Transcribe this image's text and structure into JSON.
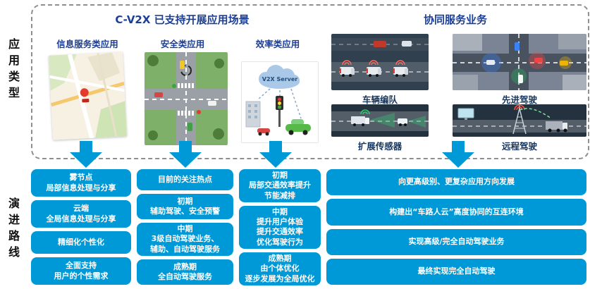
{
  "colors": {
    "accent_blue": "#0099d8",
    "title_blue": "#1c3f94",
    "service_label_blue": "#17365d"
  },
  "side": {
    "top_label": "应用类型",
    "bottom_label": "演进路线"
  },
  "top": {
    "title_left": "C-V2X 已支持开展应用场景",
    "title_right": "协同服务业务",
    "cloud_label": "V2X Server",
    "categories": [
      {
        "label": "信息服务类应用",
        "image": "city-map-scene"
      },
      {
        "label": "安全类应用",
        "image": "intersection-aerial-scene"
      },
      {
        "label": "效率类应用",
        "image": "v2x-cloud-traffic-scene"
      }
    ],
    "services": [
      {
        "label": "车辆编队",
        "image": "truck-platooning-scene"
      },
      {
        "label": "先进驾驶",
        "image": "advanced-driving-scene"
      },
      {
        "label": "扩展传感器",
        "image": "extended-sensors-scene"
      },
      {
        "label": "远程驾驶",
        "image": "remote-driving-scene"
      }
    ]
  },
  "evolution": {
    "col1": [
      "雾节点\n局部信息处理与分享",
      "云端\n全局信息处理与分享",
      "精细化个性化",
      "全面支持\n用户的个性需求"
    ],
    "col2": [
      "目前的关注热点",
      "初期\n辅助驾驶、安全预警",
      "中期\n3级自动驾驶业务、\n辅助、自动驾驶服务",
      "成熟期\n全自动驾驶服务"
    ],
    "col3": [
      "初期\n局部交通效率提升\n节能减排",
      "中期\n提升用户体验\n提升交通效率\n优化驾驶行为",
      "成熟期\n由个体优化\n逐步发展为全局优化"
    ],
    "col4": [
      "向更高级别、更复杂应用方向发展",
      "构建出“车路人云”高度协同的互连环境",
      "实现高级/完全自动驾驶业务",
      "最终实现完全自动驾驶"
    ]
  }
}
